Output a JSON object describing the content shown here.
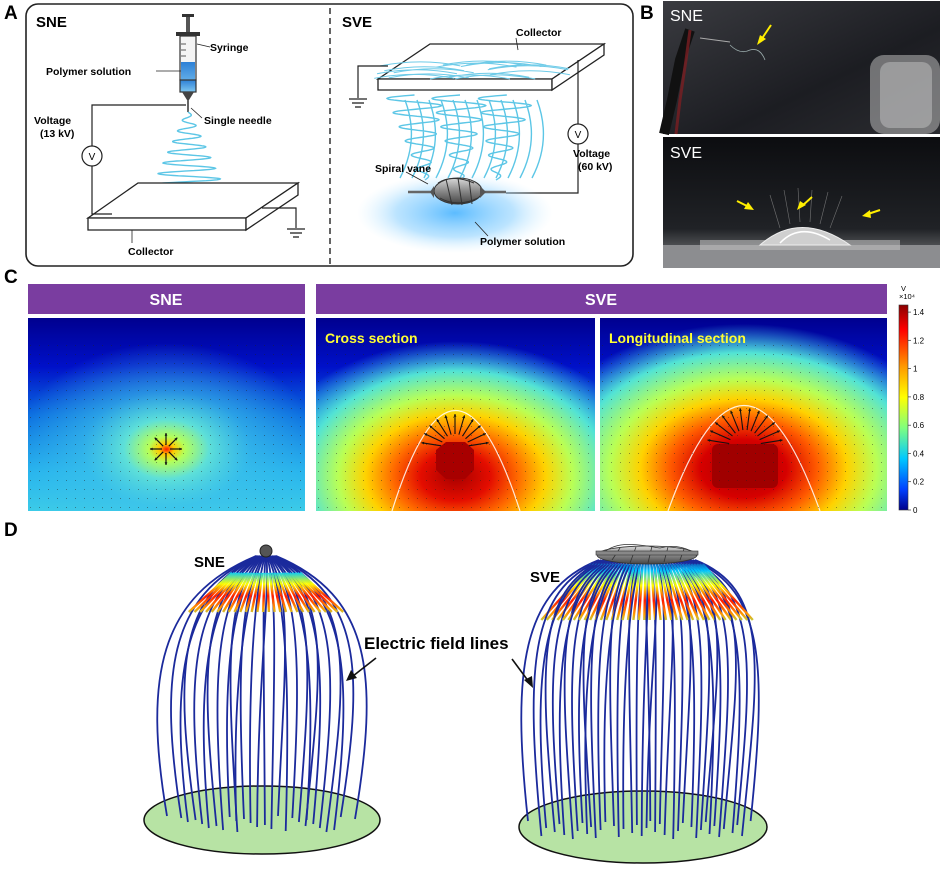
{
  "panel_letters": {
    "a": "A",
    "b": "B",
    "c": "C",
    "d": "D"
  },
  "panel_a": {
    "sne_title": "SNE",
    "sve_title": "SVE",
    "syringe": "Syringe",
    "polymer_solution": "Polymer solution",
    "single_needle": "Single needle",
    "voltage_left_1": "Voltage",
    "voltage_left_2": "(13 kV)",
    "voltmeter": "V",
    "collector_left": "Collector",
    "collector_right": "Collector",
    "spiral_vane": "Spiral vane",
    "voltage_right_1": "Voltage",
    "voltage_right_2": "(60 kV)",
    "polymer_solution_right": "Polymer solution"
  },
  "panel_b": {
    "top_label": "SNE",
    "bottom_label": "SVE"
  },
  "panel_c": {
    "sne_header": "SNE",
    "sve_header": "SVE",
    "cross_section": "Cross section",
    "longitudinal_section": "Longitudinal section",
    "colorbar_unit": "V",
    "colorbar_exp": "×10⁴",
    "colorbar_ticks": [
      "1.4",
      "1.2",
      "1",
      "0.8",
      "0.6",
      "0.4",
      "0.2",
      "0"
    ]
  },
  "panel_d": {
    "sne_label": "SNE",
    "sve_label": "SVE",
    "field_lines_label": "Electric field lines"
  },
  "colors": {
    "purple": "#7a3da0",
    "fiber": "#5cc6e6",
    "deep_blue": "#00007f",
    "yellow_label": "#ffff33",
    "field_line": "#1b2a9c",
    "collector_green": "#b7e3a4"
  }
}
